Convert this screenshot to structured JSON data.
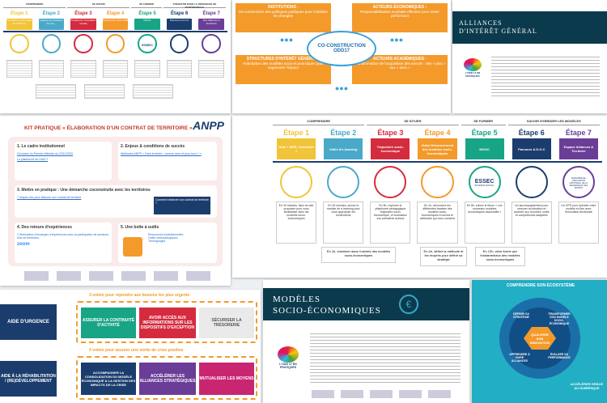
{
  "p1": {
    "groups": [
      "COMPRENDRE",
      "SE SITUER",
      "SE FORMER",
      "S'INVESTIR DANS LA DÉMARCHE DE PARTENARIALE"
    ],
    "steps": [
      {
        "t": "Étape 1",
        "c": "#f2c43a",
        "box": "Vos idées sur les sujets de l'ODD 17"
      },
      {
        "t": "Étape 2",
        "c": "#4aa9c9",
        "box": "Intégrer les contenus de vos..."
      },
      {
        "t": "Étape 3",
        "c": "#d52b3f",
        "box": "Positionner l'innovation sociale"
      },
      {
        "t": "Étape 4",
        "c": "#f39a2b",
        "box": "Questionner votre ODD"
      },
      {
        "t": "Étape 5",
        "c": "#18a585",
        "box": "MOOC"
      },
      {
        "t": "Étape 6",
        "c": "#1b3d6d",
        "box": "Parcours A.D.O.C"
      },
      {
        "t": "Étape 7",
        "c": "#6a3e97",
        "box": "Des Alliances & Territoires"
      }
    ],
    "essec": "ESSEC"
  },
  "p2": {
    "center": "CO-CONSTRUCTION ODD17",
    "tl_title": "INSTITUTIONS :",
    "tl_text": "De-construction des politiques publiques pour mobiliser les énergies",
    "tr_title": "ACTEURS ÉCONOMIQUES :",
    "tr_text": "Responsabilisation sociétale effective pour rester performant",
    "bl_title": "STRUCTURES D'INTÉRÊT GÉNÉRAL :",
    "bl_text": "Hybridation des modèles socio-économiques pour augmenter l'impact",
    "br_title": "ACTEURS ACADÉMIQUES :",
    "br_text": "Transformation de l'acquisition des savoirs : des « plus » aux « avec »"
  },
  "p3": {
    "title_1": "ALLIANCES",
    "title_2": "D'INTÉRÊT GÉNÉRAL",
    "logo": "L'ODD 17 EN PRATIQUES"
  },
  "p4": {
    "title": "KIT PRATIQUE « ÉLABORATION D'UN CONTRAT DE TERRITOIRE »",
    "logo": "ANPP",
    "s1": "1. Le cadre institutionnel",
    "s1a": "Circulaire du Premier Ministre du 20/11/2020",
    "s1b": "La plateforme de l'ANCT",
    "s2": "2. Enjeux & conditions de succès",
    "s2a": "Webinaire ANPP « Faire territoire : comme avec et pour tous ? »",
    "s3": "3. Mettre en pratique : Une démarche coconstruite avec les territoires",
    "s3a": "7 étapes clés pour élaborer son contrat de territoire",
    "s3b": "Comment élaborer son contrat de territoire ?",
    "s4": "4. Des retours d'expériences",
    "s4a": "2 Webinaires d'échanges d'expériences avec la participation de plusieurs élus de territoires.",
    "s5": "5. Une boîte à outils",
    "s5a": "Ressources institutionnelles",
    "s5b": "Outils méthodologiques",
    "s5c": "Témoignages",
    "zoom": "zoom"
  },
  "p5": {
    "groups": [
      "COMPRENDRE",
      "SE SITUER",
      "SE FORMER",
      "SAVOIR HYBRIDER LES MODÈLES"
    ],
    "steps": [
      {
        "t": "Étape 1",
        "c": "#f2c43a",
        "box": "Note « MSE, l'essentiel »",
        "txt": "En 30 minutes, lisez la note proposée pour vous familiariser avec les modèles socio-économiques"
      },
      {
        "t": "Étape 2",
        "c": "#4aa9c9",
        "box": "Vidéo d'e-learning",
        "txt": "En 30 minutes, suivez le module de e-learning pour vous approprier les fondements"
      },
      {
        "t": "Étape 3",
        "c": "#d52b3f",
        "box": "Trajectoire socio-économique",
        "txt": "En 5h, explorez la plateforme pédagogique Trajectoire socio-économique, et choisissez vos premières actions"
      },
      {
        "t": "Étape 4",
        "c": "#f39a2b",
        "box": "Vidéo Découvrement des modèles socio-économiques",
        "txt": "En 1h, découvrez les différentes facettes des modèles socio-économiques et suivez le webinaire qui vous convient"
      },
      {
        "t": "Étape 5",
        "c": "#18a585",
        "box": "MOOC",
        "txt": "En 8h, suivez le Mooc « Les nouveaux modèles économiques associatifs »"
      },
      {
        "t": "Étape 6",
        "c": "#1b3d6d",
        "box": "Parcours A.D.O.C",
        "txt": "Un accompagnement pour mesurer sa situation et accéder aux données, outils et compétences adaptées"
      },
      {
        "t": "Étape 7",
        "c": "#6a3e97",
        "box": "Espace Alliances & Territoire",
        "txt": "Un GPS pour hybrider votre modèle en lien avec l'innovation territoriale"
      }
    ],
    "b1": "En 1h, cheminer dans l'univers des modèles socio-économiques",
    "b2": "En 4h, définir la méthode et les moyens pour définir sa stratégie",
    "b3": "En 12h, clôre formé aux fondamentaux des modèles socio-économiques",
    "essec": "ESSEC",
    "essec_sub": "BUSINESS SCHOOL",
    "ministry": "MINISTÈRE DE L'ÉDUCATION NATIONALE, DE LA JEUNESSE ET DES SPORTS"
  },
  "p6": {
    "title_top": "3 volets pour répondre aux besoins les plus urgents",
    "left_top": "AIDE D'URGENCE",
    "top_boxes": [
      "ASSURER LA CONTINUITÉ D'ACTIVITÉ",
      "AVOIR ACCÈS AUX INFORMATIONS SUR LES DISPOSITIFS D'EXCEPTION",
      "SÉCURISER LA TRÉSORERIE"
    ],
    "title_bot": "3 volets pour assurer une sortie de crise positive",
    "left_bot": "AIDE À LA RÉHABILITATION / (RE)DÉVELOPPEMENT",
    "bot_boxes": [
      "ACCOMPAGNER LA CONSOLIDATION DU MODÈLE ÉCONOMIQUE & LA GESTION DES IMPACTS DE LA CRISE",
      "ACCÉLÉRER LES ALLIANCES STRATÉGIQUES",
      "MUTUALISER LES MOYENS"
    ]
  },
  "p7": {
    "title_1": "MODÈLES",
    "title_2": "SOCIO-ÉCONOMIQUES",
    "logo": "L'ODD 17 EN PRATIQUES"
  },
  "p8": {
    "top": "COMPRENDRE SON ÉCOSYSTÈME",
    "center": "QUALIFIER SON INNOVATION",
    "s1": "DÉFINIR SA STRATÉGIE",
    "s2": "TRANSFORMER SON MODÈLE SOCIO-ÉCONOMIQUE",
    "s3": "APPRENDRE À FAIRE ALLIANCES",
    "s4": "ÉVALUER SA PERFORMANCE",
    "bottom": "ACCÉLÉRER GRÂCE AU NUMÉRIQUE"
  }
}
